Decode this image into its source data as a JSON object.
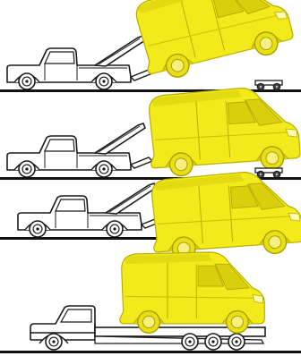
{
  "diagram": {
    "panels": [
      {
        "name": "wheel-lift-tow-front-raised-rear-on-dolly",
        "method": "wheel-lift",
        "van_rear": "dolly"
      },
      {
        "name": "wheel-lift-tow-rear-raised-front-on-dolly",
        "method": "wheel-lift",
        "van_rear": "dolly"
      },
      {
        "name": "wheel-lift-tow-rear-raised",
        "method": "wheel-lift",
        "van_rear": "wheels"
      },
      {
        "name": "flatbed-transport",
        "method": "flatbed",
        "van_rear": "wheels"
      }
    ],
    "colors": {
      "background": "#ffffff",
      "line": "#1a1a1a",
      "van_fill": "#f2ea1a",
      "van_shade": "#d9cf0c",
      "ground": "#111111",
      "truck_fill": "#ffffff"
    }
  }
}
